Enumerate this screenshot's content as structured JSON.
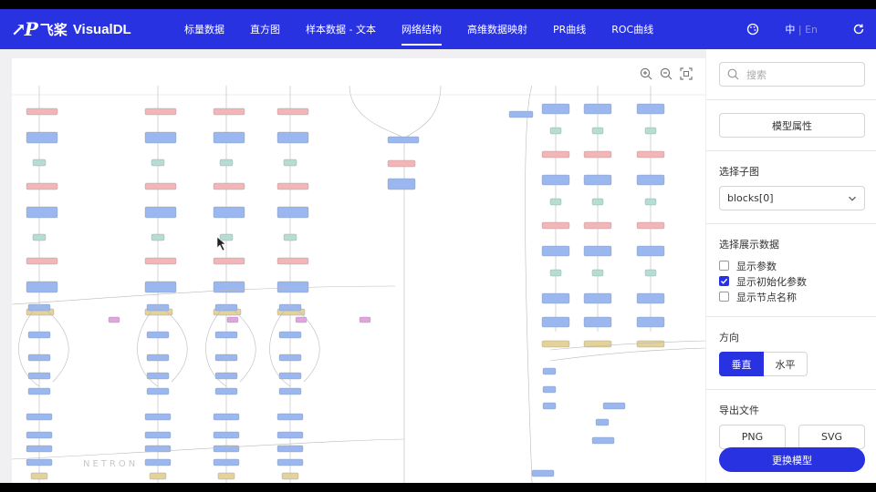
{
  "header": {
    "logo_mark": "↗P",
    "logo_cn": "飞桨",
    "logo_text": "VisualDL",
    "nav": [
      {
        "label": "标量数据"
      },
      {
        "label": "直方图"
      },
      {
        "label": "样本数据 - 文本"
      },
      {
        "label": "网络结构",
        "active": true
      },
      {
        "label": "高维数据映射"
      },
      {
        "label": "PR曲线"
      },
      {
        "label": "ROC曲线"
      }
    ],
    "lang_zh": "中",
    "lang_sep": "|",
    "lang_en": "En",
    "icons": [
      "palette-icon",
      "refresh-icon"
    ]
  },
  "canvas": {
    "watermark": "NETRON",
    "tools": [
      "zoom-in-icon",
      "zoom-out-icon",
      "fit-screen-icon"
    ]
  },
  "sidebar": {
    "search_placeholder": "搜索",
    "model_props_label": "模型属性",
    "subgraph_title": "选择子图",
    "subgraph_value": "blocks[0]",
    "display_title": "选择展示数据",
    "checks": [
      {
        "label": "显示参数",
        "checked": false
      },
      {
        "label": "显示初始化参数",
        "checked": true
      },
      {
        "label": "显示节点名称",
        "checked": false
      }
    ],
    "direction_title": "方向",
    "direction_vertical": "垂直",
    "direction_horizontal": "水平",
    "export_title": "导出文件",
    "export_png": "PNG",
    "export_svg": "SVG",
    "change_model": "更换模型"
  },
  "colors": {
    "brand": "#2932e1",
    "node_conv": "#f2b6b8",
    "node_bn": "#9bb7f0",
    "node_relu": "#b5ddd4",
    "node_add": "#e0a4e0",
    "node_var": "#e3d29a"
  }
}
